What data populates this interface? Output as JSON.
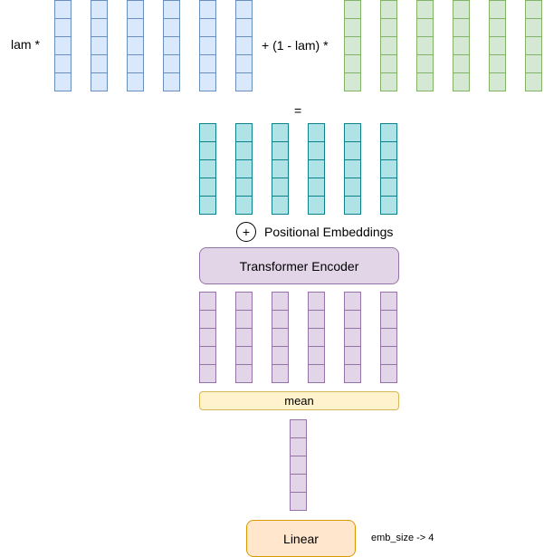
{
  "labels": {
    "lam": "lam *",
    "one_minus_lam": "+ (1 - lam) *",
    "equals": "=",
    "plus_symbol": "+",
    "positional": "Positional Embeddings",
    "emb_size": "emb_size -> 4"
  },
  "boxes": {
    "transformer": "Transformer Encoder",
    "mean": "mean",
    "linear": "Linear"
  },
  "colors": {
    "blue_fill": "#dae8fc",
    "blue_stroke": "#6c8ebf",
    "green_fill": "#d5e8d4",
    "green_stroke": "#82b366",
    "teal_fill": "#b0e3e6",
    "teal_stroke": "#0e8088",
    "purple_fill": "#e1d5e7",
    "purple_stroke": "#9673a6",
    "mean_fill": "#fff2cc",
    "mean_stroke": "#d6b656",
    "linear_fill": "#ffe6cc",
    "linear_stroke": "#d79b00"
  },
  "structure": {
    "blue_embeddings": 6,
    "green_embeddings": 6,
    "mixed_embeddings": 6,
    "encoded_embeddings": 6,
    "pooled_embeddings": 1,
    "cells_per_embedding": 5
  }
}
